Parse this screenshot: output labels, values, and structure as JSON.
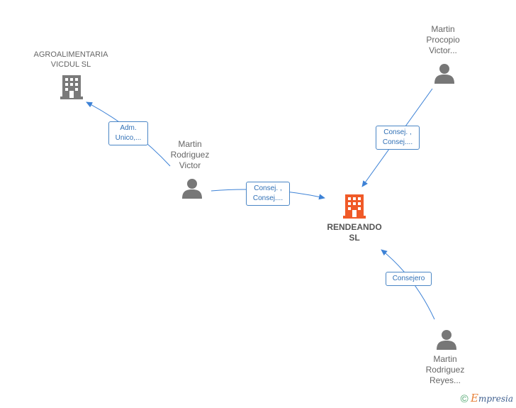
{
  "nodes": {
    "agro": {
      "label": "AGROALIMENTARIA\nVICDUL  SL",
      "type": "company"
    },
    "procopio": {
      "label": "Martin\nProcopio\nVictor...",
      "type": "person"
    },
    "victor": {
      "label": "Martin\nRodriguez\nVictor",
      "type": "person"
    },
    "rendeando": {
      "label": "RENDEANDO\nSL",
      "type": "company",
      "highlight": true
    },
    "reyes": {
      "label": "Martin\nRodriguez\nReyes...",
      "type": "person"
    }
  },
  "edges": {
    "victor_agro": {
      "from": "victor",
      "to": "agro",
      "label": "Adm.\nUnico,..."
    },
    "victor_rendeando": {
      "from": "victor",
      "to": "rendeando",
      "label": "Consej. ,\nConsej...."
    },
    "procopio_rendeando": {
      "from": "procopio",
      "to": "rendeando",
      "label": "Consej. ,\nConsej...."
    },
    "reyes_rendeando": {
      "from": "reyes",
      "to": "rendeando",
      "label": "Consejero"
    }
  },
  "colors": {
    "edge": "#3d82d6",
    "person_icon": "#777777",
    "company_icon": "#7a7a7a",
    "focus_icon": "#f05a28"
  },
  "brand": {
    "copyright": "©",
    "e": "E",
    "rest": "mpresia"
  }
}
